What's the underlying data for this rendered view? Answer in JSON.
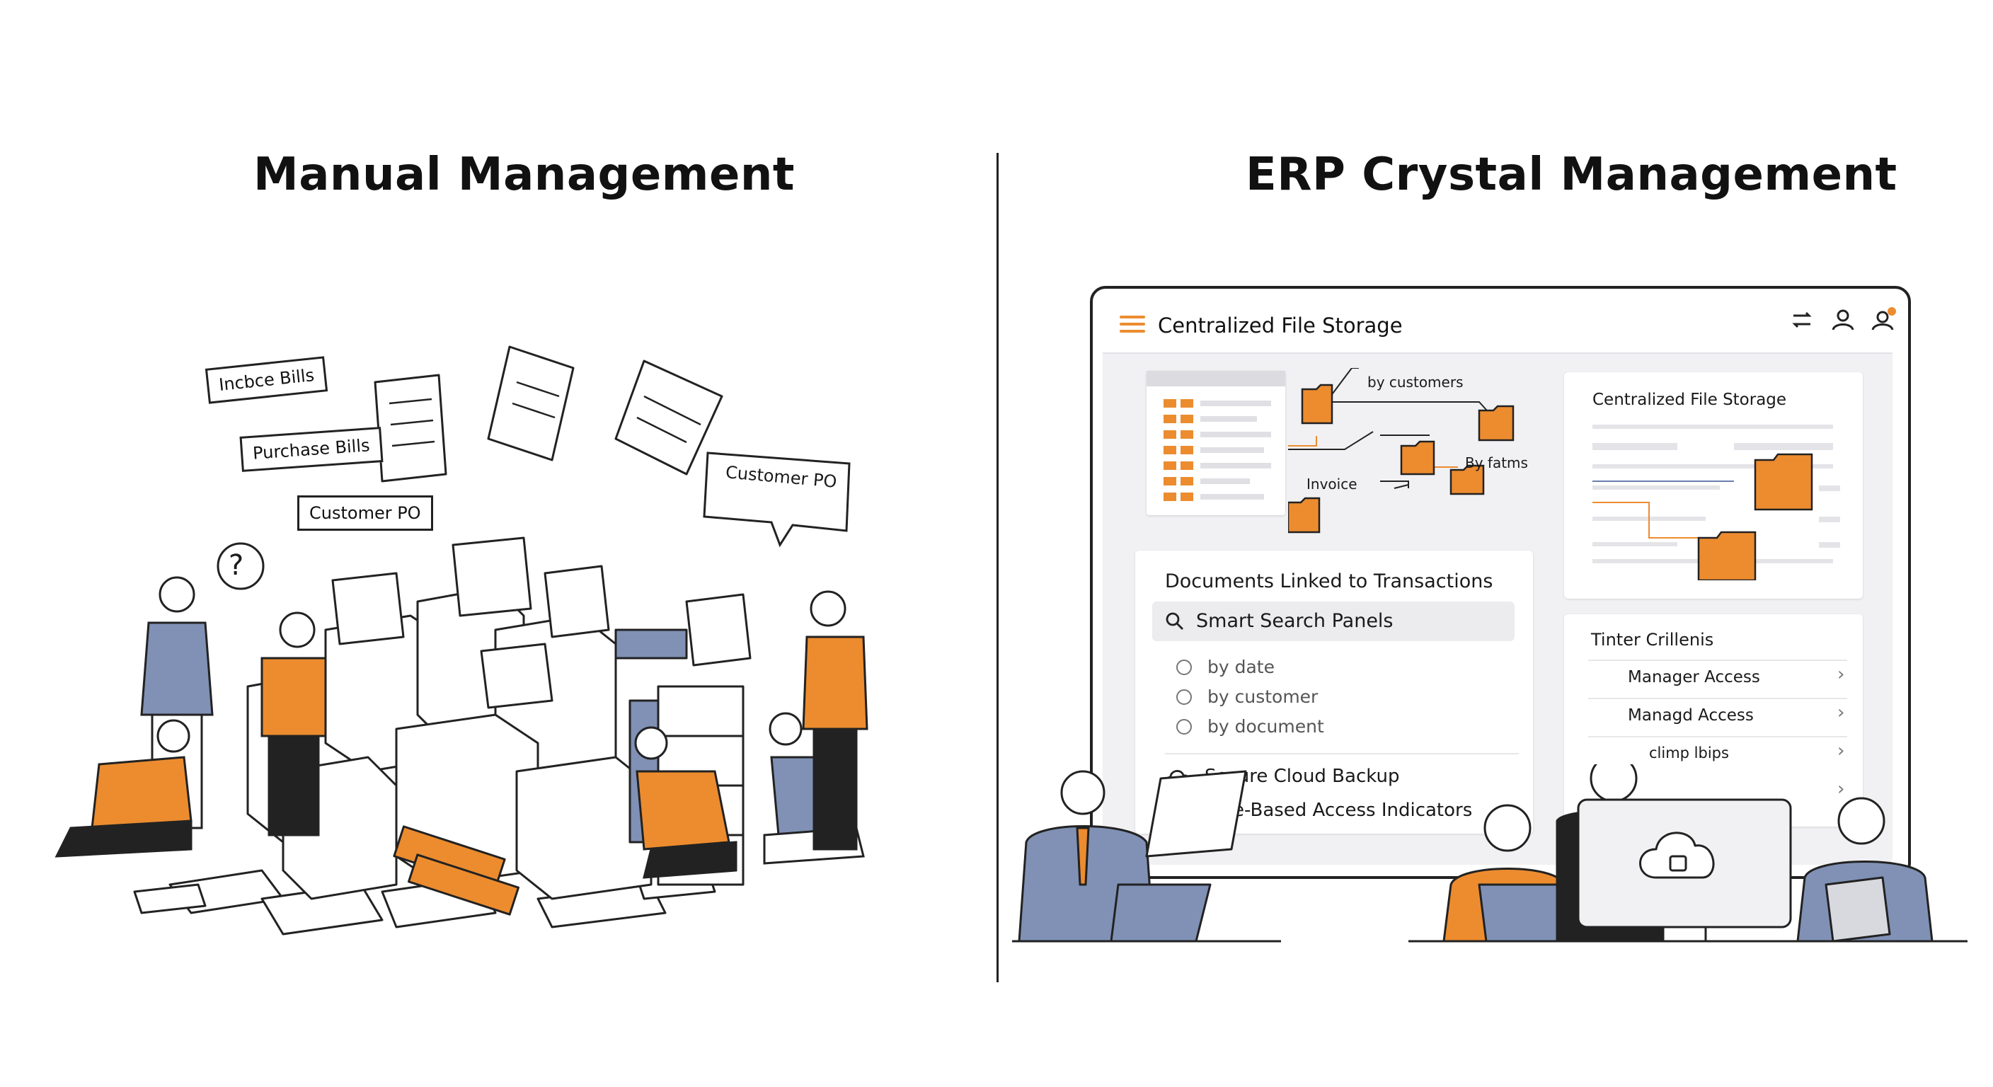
{
  "left": {
    "heading": "Manual Management",
    "labels": {
      "label_1": "Incbce Bills",
      "label_2": "Purchase Bills",
      "label_3": "Customer PO",
      "label_4": "Customer PO"
    },
    "question_mark": "?"
  },
  "right": {
    "heading": "ERP Crystal Management",
    "app": {
      "title": "Centralized File Storage",
      "icons": [
        "menu-icon",
        "sync-icon",
        "user-icon",
        "notification-user-icon"
      ]
    },
    "diagram": {
      "label_customers": "by customers",
      "label_formats": "By fatms",
      "label_invoice": "Invoice"
    },
    "storage_panel": {
      "title": "Centralized File Storage"
    },
    "docs_panel": {
      "title": "Documents Linked to Transactions",
      "search_label": "Smart Search Panels",
      "options": [
        "by date",
        "by customer",
        "by document"
      ],
      "feature_1": "Secure Cloud Backup",
      "feature_2": "Role-Based Access Indicators"
    },
    "criteria_panel": {
      "title": "Tinter Crillenis",
      "rows": [
        "Manager Access",
        "Managd Access",
        "climp lbips"
      ]
    }
  },
  "colors": {
    "accent_orange": "#ec8c2f",
    "figure_blue": "#8091b5",
    "ink": "#222222"
  }
}
